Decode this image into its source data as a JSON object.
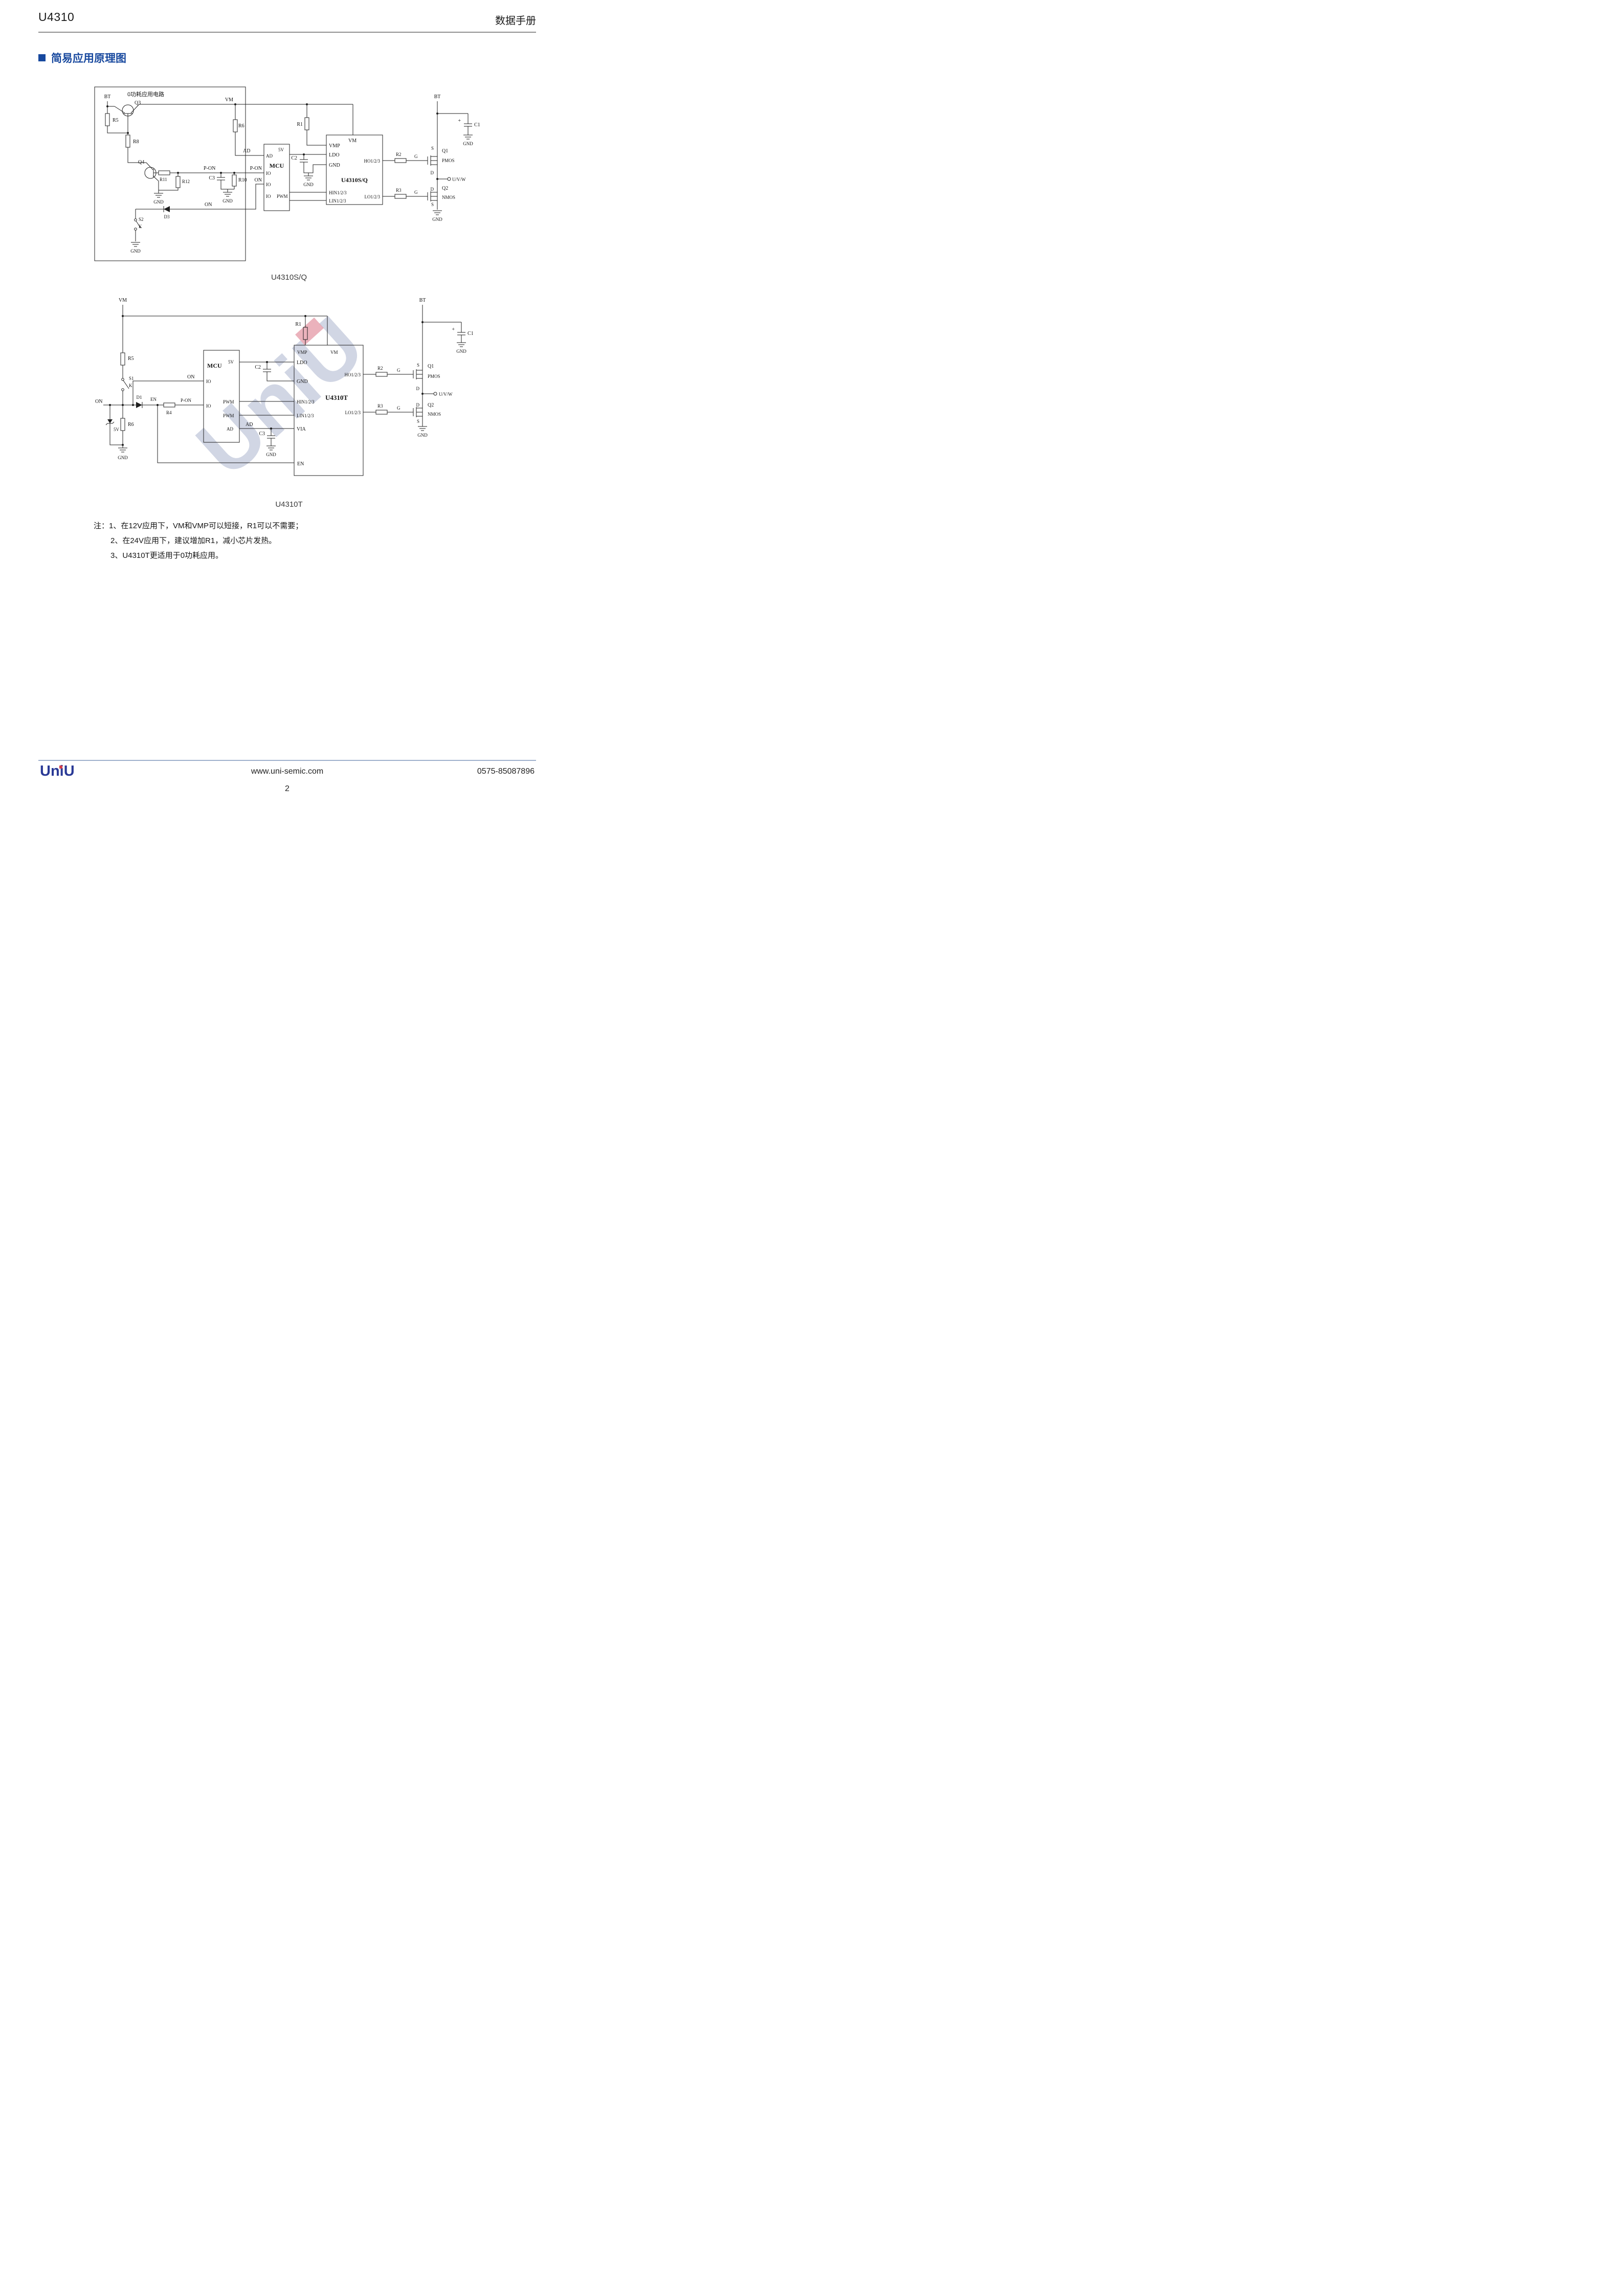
{
  "header": {
    "title": "U4310",
    "doc_type": "数据手册"
  },
  "section": {
    "title": "简易应用原理图"
  },
  "labels": {
    "bt": "BT",
    "vm": "VM",
    "gnd": "GND",
    "g": "G",
    "s": "S",
    "d": "D",
    "on": "ON",
    "p_on": "P-ON",
    "ad": "AD",
    "en": "EN",
    "k": "K",
    "io": "IO",
    "pwm": "PWM",
    "v5": "5V",
    "plus": "+",
    "uvw": "U/V/W",
    "mcu": "MCU",
    "vmp": "VMP",
    "ldo": "LDO",
    "hin": "HIN1/2/3",
    "lin": "LIN1/2/3",
    "ho": "HO1/2/3",
    "lo": "LO1/2/3",
    "via": "VIA",
    "r1": "R1",
    "r2": "R2",
    "r3": "R3",
    "r4": "R4",
    "r5": "R5",
    "r6": "R6",
    "r8": "R8",
    "r10": "R10",
    "r11": "R11",
    "r12": "R12",
    "c1": "C1",
    "c2": "C2",
    "c3": "C3",
    "q1": "Q1",
    "q2": "Q2",
    "q3": "Q3",
    "q4": "Q4",
    "d1": "D1",
    "d3": "D3",
    "s1": "S1",
    "s2": "S2",
    "pmos": "PMOS",
    "nmos": "NMOS"
  },
  "diagram1": {
    "box_title": "0功耗应用电路",
    "chip_name": "U4310S/Q",
    "caption": "U4310S/Q"
  },
  "diagram2": {
    "chip_name": "U4310T",
    "caption": "U4310T"
  },
  "notes": {
    "prefix": "注：",
    "line1": "1、在12V应用下，VM和VMP可以短接，R1可以不需要；",
    "line2": "2、在24V应用下，建议增加R1，减小芯片发热。",
    "line3": "3、U4310T更适用于0功耗应用。"
  },
  "watermark": "UniU",
  "footer": {
    "logo": "UniU",
    "website": "www.uni-semic.com",
    "phone": "0575-85087896",
    "page_number": "2"
  }
}
